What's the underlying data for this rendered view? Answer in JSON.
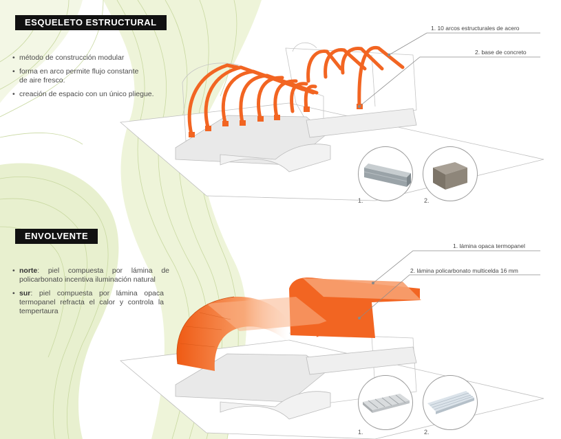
{
  "sections": {
    "skeleton": {
      "title": "ESQUELETO ESTRUCTURAL",
      "bullets": [
        "método de construcción modular",
        "forma en arco permite flujo constante de aire fresco.",
        "creación de espacio con un único pliegue."
      ],
      "callouts": [
        "1. 10 arcos estructurales de acero",
        "2. base de concreto"
      ],
      "materials": [
        {
          "number": "1.",
          "icon": "steel-tube-icon"
        },
        {
          "number": "2.",
          "icon": "concrete-block-icon"
        }
      ]
    },
    "envelope": {
      "title": "ENVOLVENTE",
      "bullets": [
        {
          "bold": "norte",
          "text": ": piel compuesta por lámina de policarbonato incentiva iluminación natural"
        },
        {
          "bold": "sur",
          "text": ": piel compuesta por  lámina opaca termopanel refracta el calor y controla la tempertaura"
        }
      ],
      "callouts": [
        "1. lámina opaca termopanel",
        "2. lámina policarbonato multicelda 16 mm"
      ],
      "materials": [
        {
          "number": "1.",
          "icon": "thermopanel-sheet-icon"
        },
        {
          "number": "2.",
          "icon": "polycarbonate-sheet-icon"
        }
      ]
    }
  },
  "colors": {
    "accent_orange": "#f26522",
    "topo_green": "#e3edc6",
    "label_bg": "#111111"
  }
}
